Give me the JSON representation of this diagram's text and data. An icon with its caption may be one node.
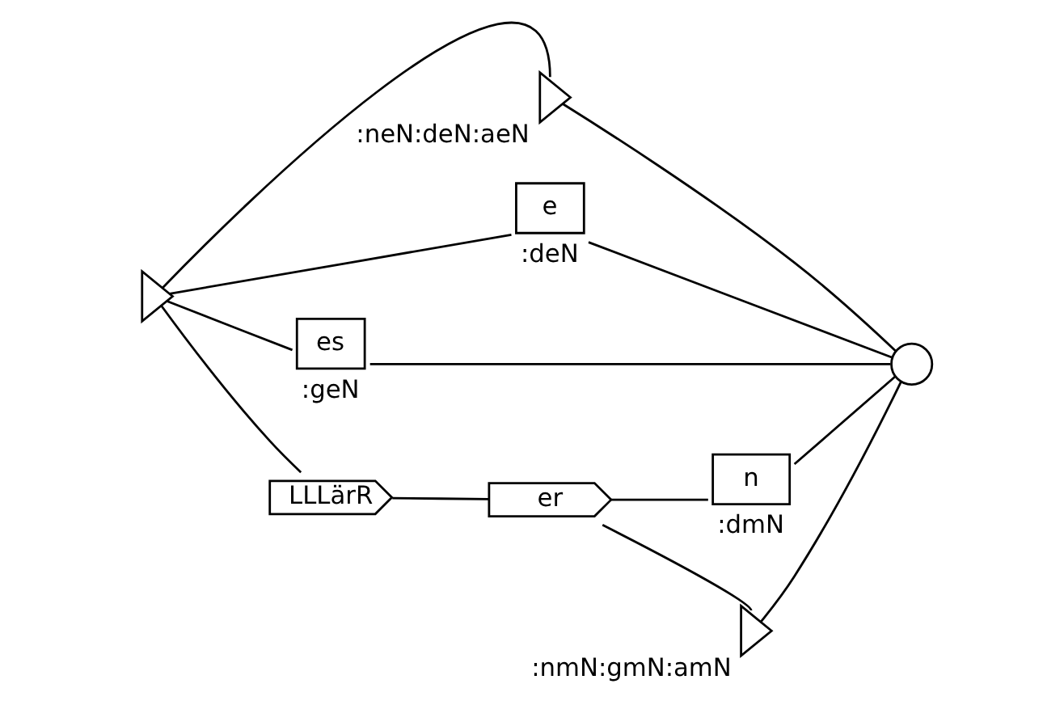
{
  "diagram": {
    "nodes": [
      {
        "text": [],
        "shape": "triangle"
      },
      {
        "text": [],
        "shape": "triangle",
        "beside": [
          ":neN:deN:aeN"
        ]
      },
      {
        "text": [
          "e"
        ],
        "beside": [
          ":deN"
        ]
      },
      {
        "text": [
          "es"
        ],
        "beside": [
          ":geN"
        ]
      },
      {
        "text": [
          "LLLärR"
        ]
      },
      {
        "text": [
          "er"
        ]
      },
      {
        "text": [
          "n"
        ],
        "beside": [
          ":dmN"
        ]
      },
      {
        "text": [],
        "shape": "triangle",
        "beside": [
          ":nmN:gmN:amN"
        ]
      },
      {
        "text": [],
        "shape": "circle"
      }
    ],
    "edges": [
      {
        "from": 0,
        "to": 1,
        "arrow": "none"
      },
      {
        "from": 0,
        "to": 2,
        "arrow": "none"
      },
      {
        "from": 0,
        "to": 3,
        "arrow": "none"
      },
      {
        "from": 0,
        "to": 4,
        "arrow": "none"
      },
      {
        "from": 1,
        "to": 8,
        "arrow": "none"
      },
      {
        "from": 2,
        "to": 8,
        "arrow": "none"
      },
      {
        "from": 3,
        "to": 8,
        "arrow": "none"
      },
      {
        "from": 4,
        "to": 5,
        "arrow": "none"
      },
      {
        "from": 5,
        "to": 6,
        "arrow": "none"
      },
      {
        "from": 5,
        "to": 7,
        "arrow": "none"
      },
      {
        "from": 6,
        "to": 8,
        "arrow": "none"
      },
      {
        "from": 7,
        "to": 8,
        "arrow": "none"
      }
    ]
  }
}
